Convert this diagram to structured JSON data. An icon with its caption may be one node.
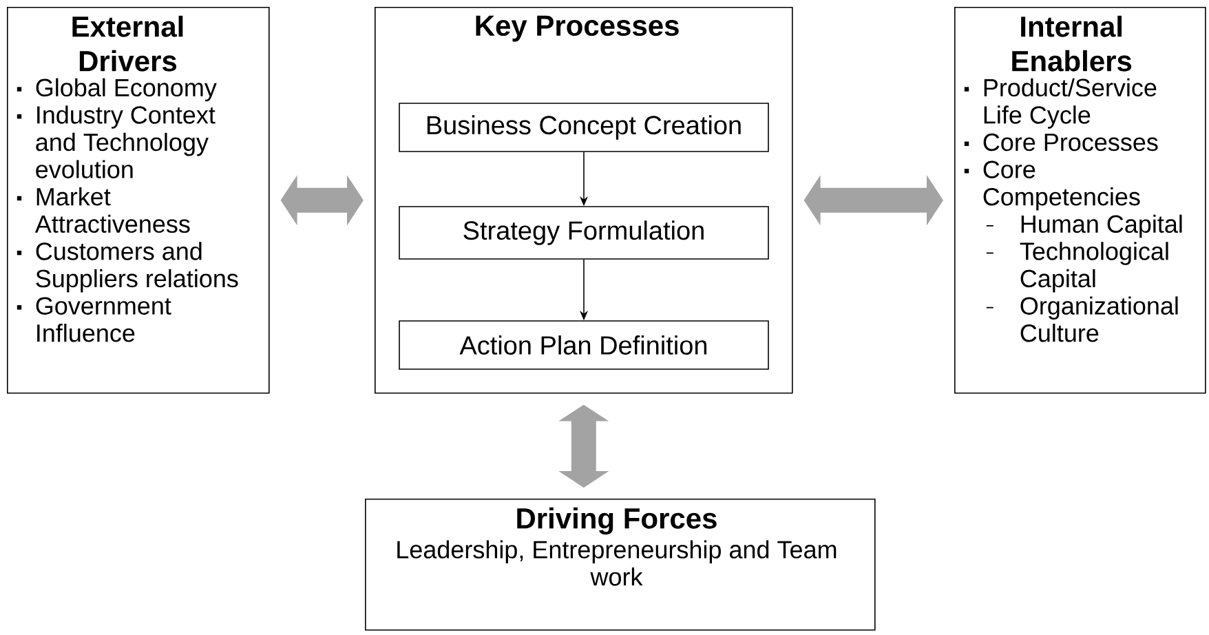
{
  "diagram": {
    "nodes": [
      {
        "text": [
          "External Drivers",
          "Global Economy",
          "Industry Context and Technology evolution",
          "Market Attractiveness",
          "Customers and Suppliers relations",
          "Government Influence"
        ]
      },
      {
        "text": [
          "Key Processes"
        ]
      },
      {
        "text": [
          "Business Concept Creation"
        ],
        "in": 1
      },
      {
        "text": [
          "Strategy Formulation"
        ],
        "in": 1
      },
      {
        "text": [
          "Action Plan Definition"
        ],
        "in": 1
      },
      {
        "text": [
          "Internal Enablers",
          "Product/Service Life Cycle",
          "Core Processes",
          "Core Competencies",
          "Human Capital",
          "Technological Capital",
          "Organizational Culture"
        ]
      },
      {
        "text": [
          "Driving Forces",
          "Leadership, Entrepreneurship and Team work"
        ]
      }
    ],
    "edges": [
      {
        "from": 2,
        "to": 3,
        "arrow": "to",
        "color": "#000000"
      },
      {
        "from": 3,
        "to": 4,
        "arrow": "to",
        "color": "#000000"
      },
      {
        "from": 0,
        "to": 1,
        "arrow": "both"
      },
      {
        "from": 1,
        "to": 5,
        "arrow": "both"
      },
      {
        "from": 1,
        "to": 6,
        "arrow": "both"
      }
    ]
  }
}
